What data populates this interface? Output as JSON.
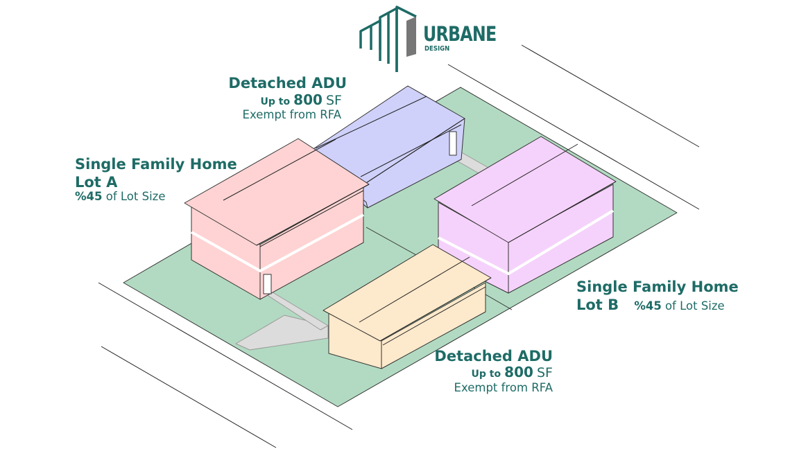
{
  "logo": {
    "name": "URBANE",
    "tagline": "DESIGN"
  },
  "colors": {
    "brand_teal": "#1e6b66",
    "lot_green": "#b2dac2",
    "path_gray": "#dcdcdc",
    "home_a": "#ffd3d3",
    "adu_back": "#cfd1fa",
    "home_b": "#f5d2fb",
    "adu_front": "#fde9cb"
  },
  "labels": {
    "adu_back": {
      "title": "Detached ADU",
      "up_to": "Up to",
      "number": "800",
      "unit": "SF",
      "note": "Exempt from RFA"
    },
    "home_a": {
      "title": "Single Family Home",
      "lot": "Lot A",
      "percent": "%45",
      "suffix": "of Lot Size"
    },
    "home_b": {
      "title": "Single Family Home",
      "lot": "Lot B",
      "percent": "%45",
      "suffix": "of Lot Size"
    },
    "adu_front": {
      "title": "Detached ADU",
      "up_to": "Up to",
      "number": "800",
      "unit": "SF",
      "note": "Exempt from RFA"
    }
  }
}
